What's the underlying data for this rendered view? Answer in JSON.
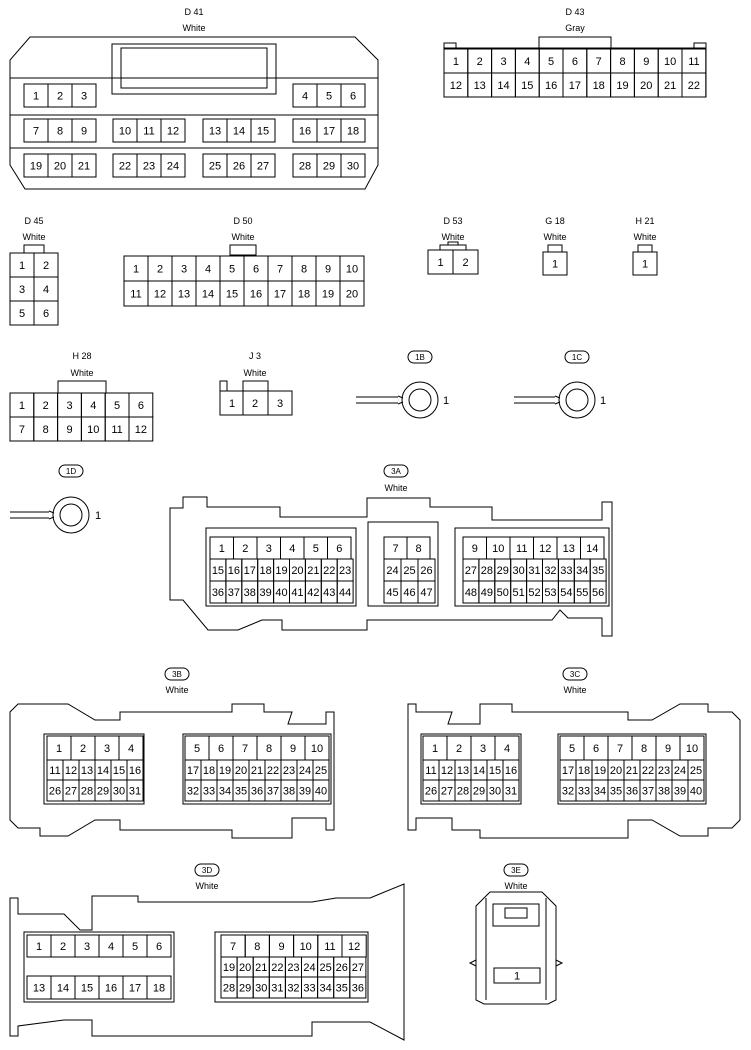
{
  "connectors": {
    "d41": {
      "name": "D 41",
      "color": "White",
      "pins": [
        "1",
        "2",
        "3",
        "4",
        "5",
        "6",
        "7",
        "8",
        "9",
        "10",
        "11",
        "12",
        "13",
        "14",
        "15",
        "16",
        "17",
        "18",
        "19",
        "20",
        "21",
        "22",
        "23",
        "24",
        "25",
        "26",
        "27",
        "28",
        "29",
        "30"
      ]
    },
    "d43": {
      "name": "D 43",
      "color": "Gray",
      "pins": [
        "1",
        "2",
        "3",
        "4",
        "5",
        "6",
        "7",
        "8",
        "9",
        "10",
        "11",
        "12",
        "13",
        "14",
        "15",
        "16",
        "17",
        "18",
        "19",
        "20",
        "21",
        "22"
      ]
    },
    "d45": {
      "name": "D 45",
      "color": "White",
      "pins": [
        "1",
        "2",
        "3",
        "4",
        "5",
        "6"
      ]
    },
    "d50": {
      "name": "D 50",
      "color": "White",
      "pins": [
        "1",
        "2",
        "3",
        "4",
        "5",
        "6",
        "7",
        "8",
        "9",
        "10",
        "11",
        "12",
        "13",
        "14",
        "15",
        "16",
        "17",
        "18",
        "19",
        "20"
      ]
    },
    "d53": {
      "name": "D 53",
      "color": "White",
      "pins": [
        "1",
        "2"
      ]
    },
    "g18": {
      "name": "G 18",
      "color": "White",
      "pins": [
        "1"
      ]
    },
    "h21": {
      "name": "H 21",
      "color": "White",
      "pins": [
        "1"
      ]
    },
    "h28": {
      "name": "H 28",
      "color": "White",
      "pins": [
        "1",
        "2",
        "3",
        "4",
        "5",
        "6",
        "7",
        "8",
        "9",
        "10",
        "11",
        "12"
      ]
    },
    "j3": {
      "name": "J 3",
      "color": "White",
      "pins": [
        "1",
        "2",
        "3"
      ]
    },
    "t1b": {
      "name": "1B",
      "pins": [
        "1"
      ]
    },
    "t1c": {
      "name": "1C",
      "pins": [
        "1"
      ]
    },
    "t1d": {
      "name": "1D",
      "pins": [
        "1"
      ]
    },
    "c3a": {
      "name": "3A",
      "color": "White",
      "pins": [
        "1",
        "2",
        "3",
        "4",
        "5",
        "6",
        "7",
        "8",
        "9",
        "10",
        "11",
        "12",
        "13",
        "14",
        "15",
        "16",
        "17",
        "18",
        "19",
        "20",
        "21",
        "22",
        "23",
        "24",
        "25",
        "26",
        "27",
        "28",
        "29",
        "30",
        "31",
        "32",
        "33",
        "34",
        "35",
        "36",
        "37",
        "38",
        "39",
        "40",
        "41",
        "42",
        "43",
        "44",
        "45",
        "46",
        "47",
        "48",
        "49",
        "50",
        "51",
        "52",
        "53",
        "54",
        "55",
        "56"
      ]
    },
    "c3b": {
      "name": "3B",
      "color": "White",
      "pins": [
        "1",
        "2",
        "3",
        "4",
        "5",
        "6",
        "7",
        "8",
        "9",
        "10",
        "11",
        "12",
        "13",
        "14",
        "15",
        "16",
        "17",
        "18",
        "19",
        "20",
        "21",
        "22",
        "23",
        "24",
        "25",
        "26",
        "27",
        "28",
        "29",
        "30",
        "31",
        "32",
        "33",
        "34",
        "35",
        "36",
        "37",
        "38",
        "39",
        "40"
      ]
    },
    "c3c": {
      "name": "3C",
      "color": "White",
      "pins": [
        "1",
        "2",
        "3",
        "4",
        "5",
        "6",
        "7",
        "8",
        "9",
        "10",
        "11",
        "12",
        "13",
        "14",
        "15",
        "16",
        "17",
        "18",
        "19",
        "20",
        "21",
        "22",
        "23",
        "24",
        "25",
        "26",
        "27",
        "28",
        "29",
        "30",
        "31",
        "32",
        "33",
        "34",
        "35",
        "36",
        "37",
        "38",
        "39",
        "40"
      ]
    },
    "c3d": {
      "name": "3D",
      "color": "White",
      "pins": [
        "1",
        "2",
        "3",
        "4",
        "5",
        "6",
        "7",
        "8",
        "9",
        "10",
        "11",
        "12",
        "13",
        "14",
        "15",
        "16",
        "17",
        "18",
        "19",
        "20",
        "21",
        "22",
        "23",
        "24",
        "25",
        "26",
        "27",
        "28",
        "29",
        "30",
        "31",
        "32",
        "33",
        "34",
        "35",
        "36"
      ]
    },
    "c3e": {
      "name": "3E",
      "color": "White",
      "pins": [
        "1"
      ]
    }
  },
  "colors": {
    "line": "#000000",
    "fill": "#ffffff"
  }
}
